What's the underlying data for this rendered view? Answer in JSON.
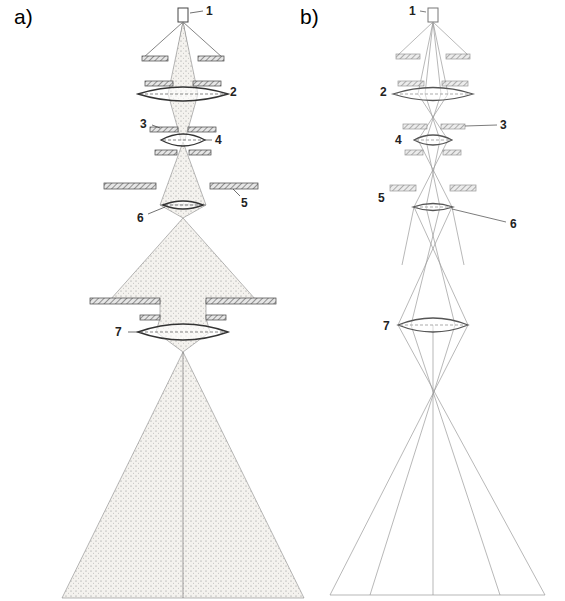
{
  "diagram": {
    "labels": [
      "a)",
      "1",
      "2",
      "3",
      "4",
      "5",
      "6",
      "7",
      "b)",
      "1",
      "2",
      "3",
      "4",
      "5",
      "6",
      "7"
    ]
  }
}
